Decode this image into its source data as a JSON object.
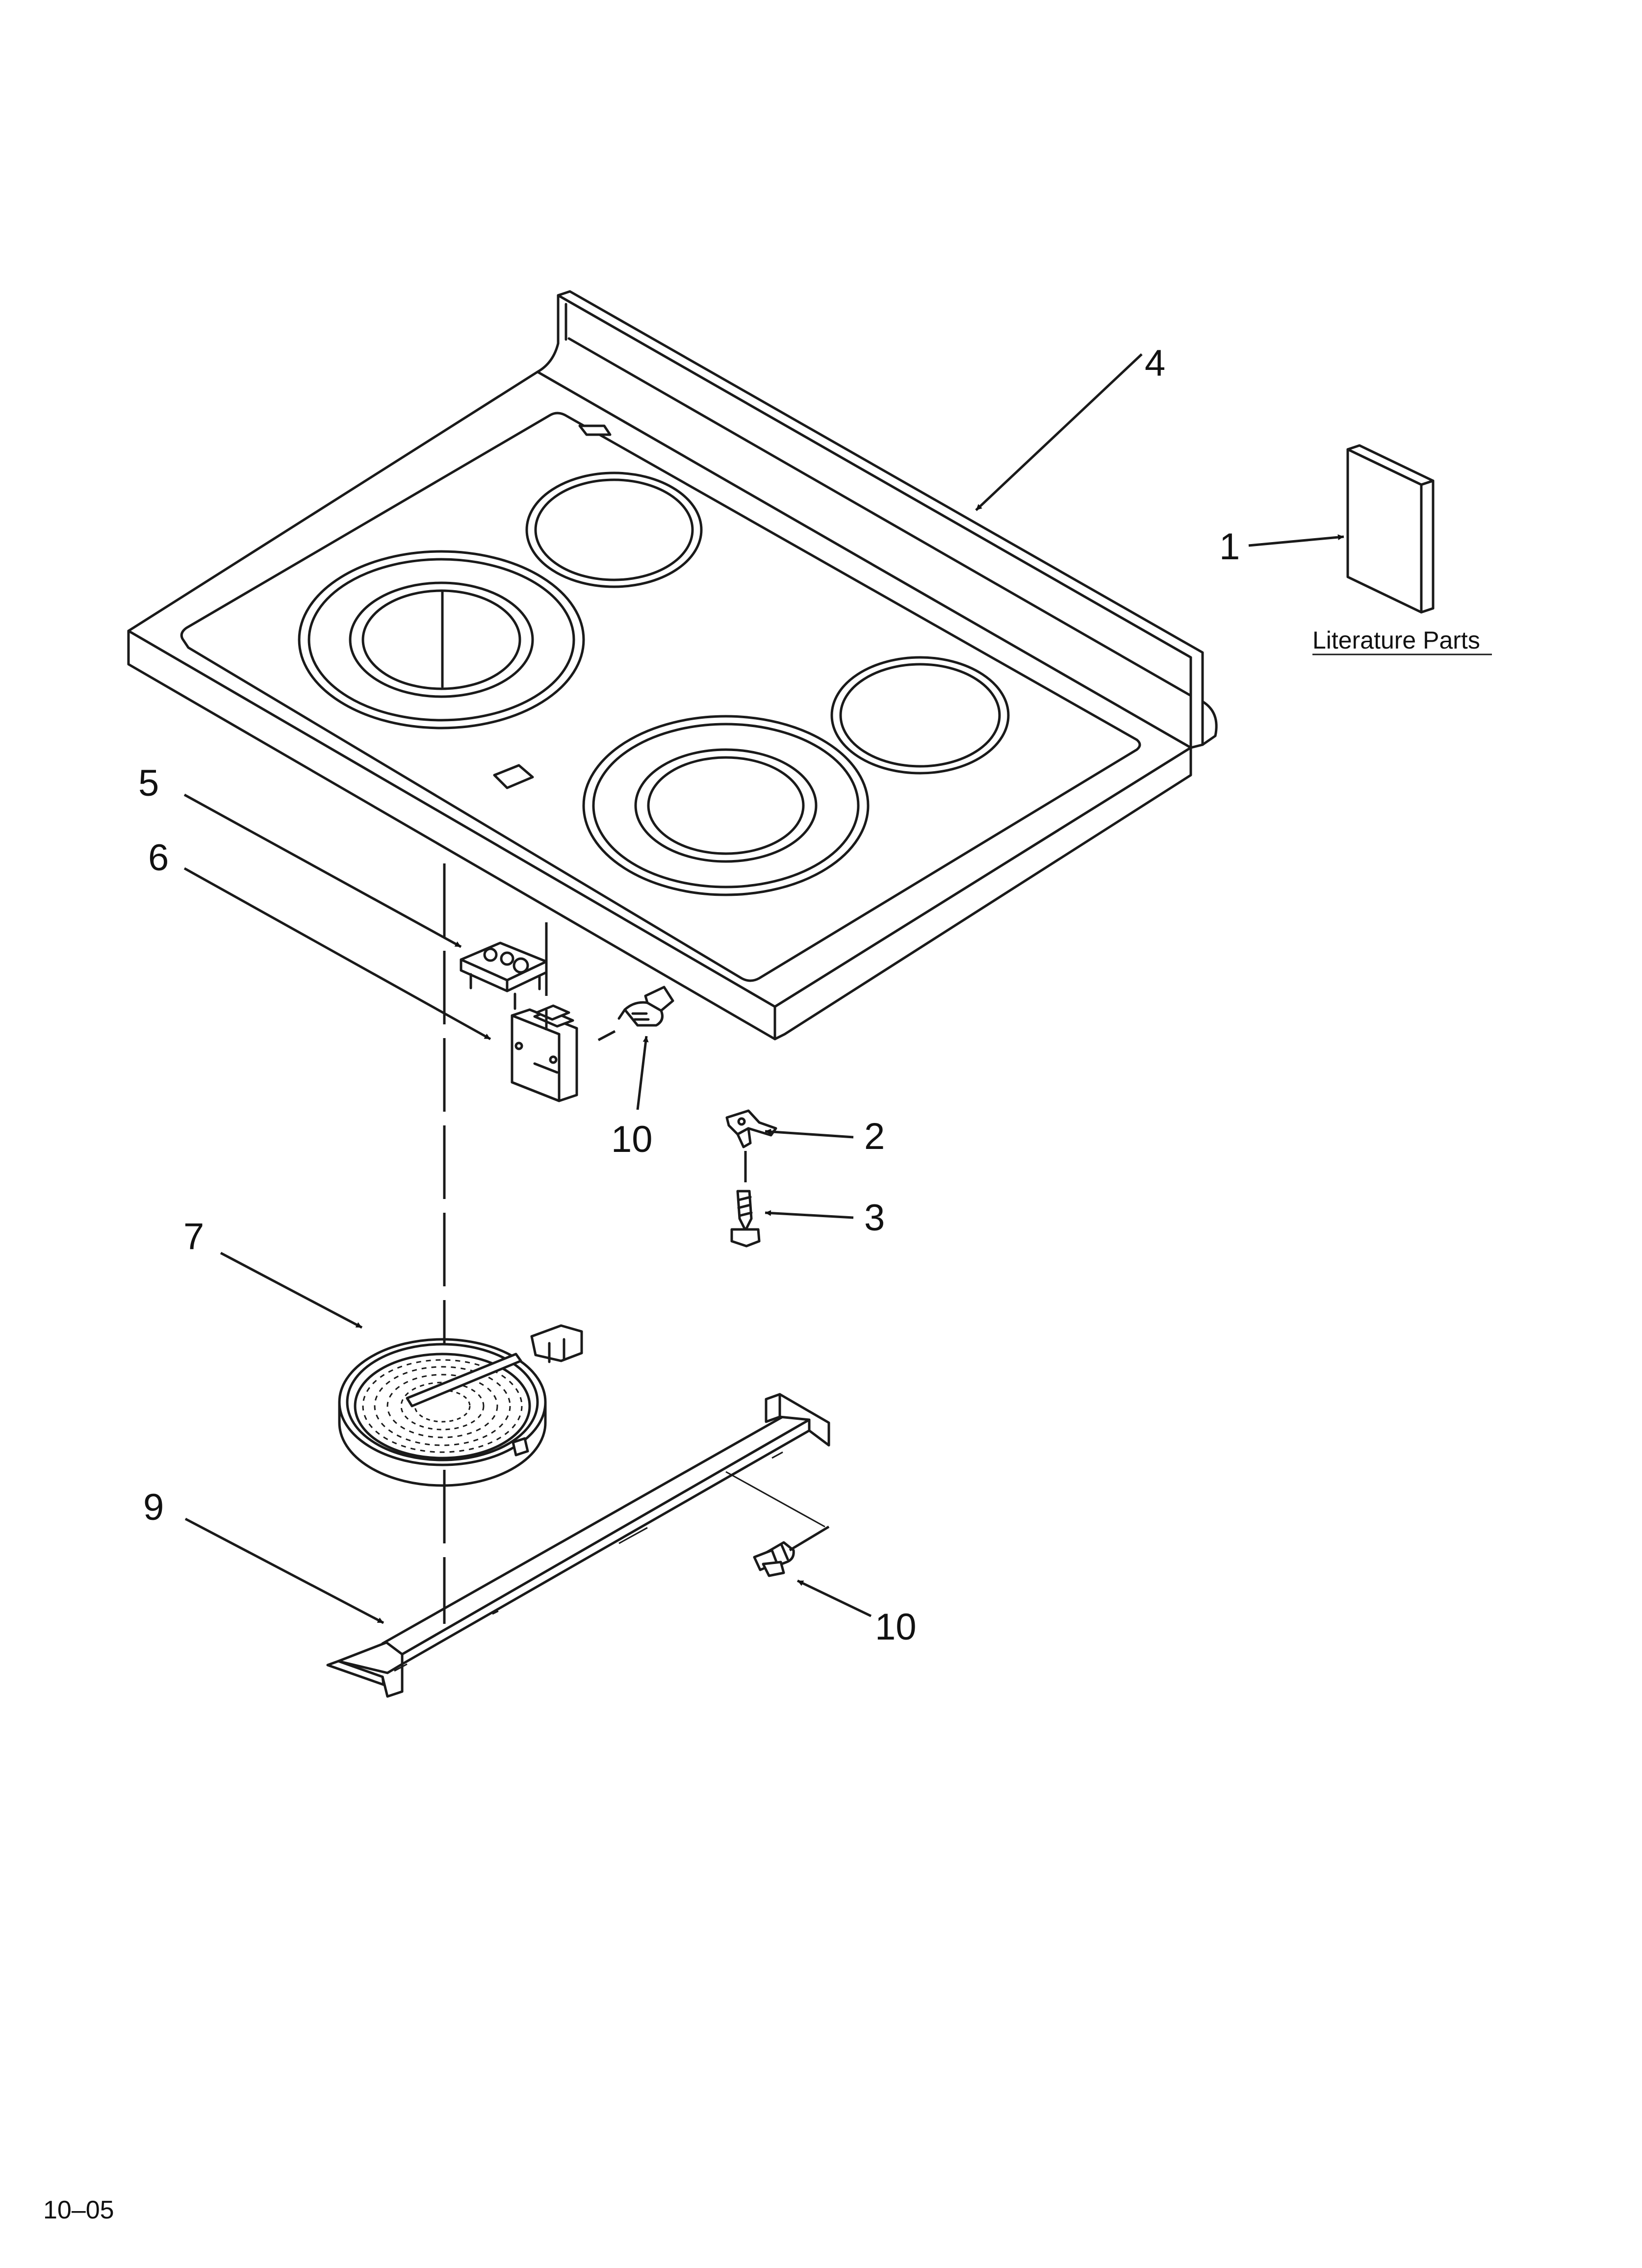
{
  "callouts": {
    "c1": "1",
    "c2": "2",
    "c3": "3",
    "c4": "4",
    "c5": "5",
    "c6": "6",
    "c7": "7",
    "c9": "9",
    "c10a": "10",
    "c10b": "10"
  },
  "literature_label": "Literature Parts",
  "footer_code": "10–05"
}
